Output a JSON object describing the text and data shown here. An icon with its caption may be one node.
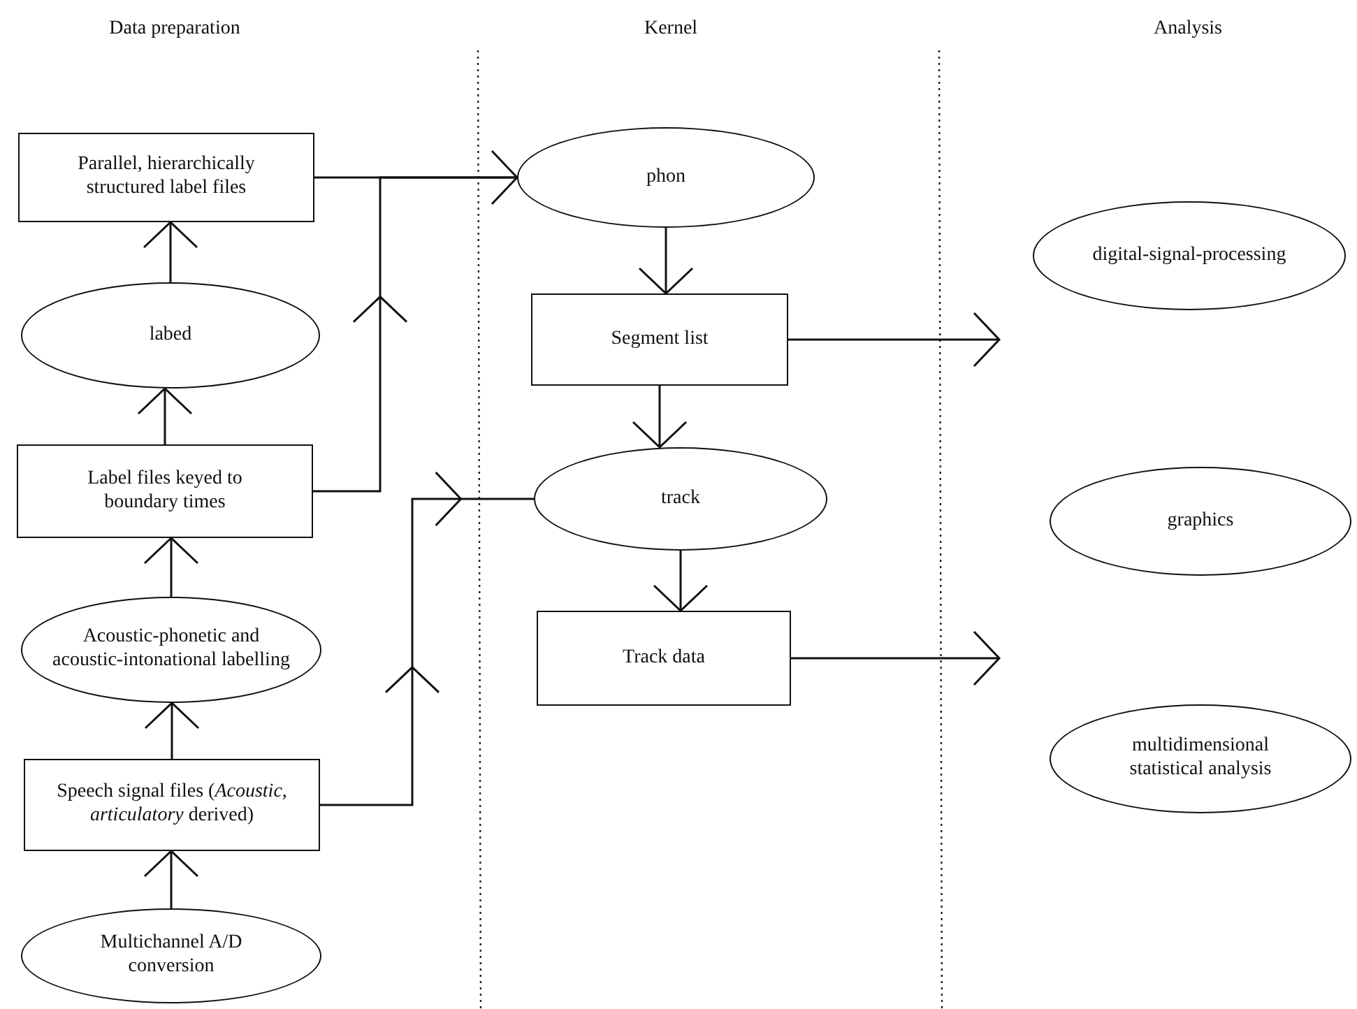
{
  "diagram": {
    "nodes": [
      {
        "text": [
          "Parallel, hierarchically structured label files"
        ]
      },
      {
        "text": [
          "labed"
        ]
      },
      {
        "text": [
          "Label files keyed to boundary times"
        ]
      },
      {
        "text": [
          "Acoustic-phonetic and acoustic-intonational labelling"
        ]
      },
      {
        "text": [
          "Speech signal files (*Acoustic, articulatory* derived)"
        ]
      },
      {
        "text": [
          "Multichannel A/D conversion"
        ]
      },
      {
        "text": [
          "phon"
        ]
      },
      {
        "text": [
          "Segment list"
        ]
      },
      {
        "text": [
          "track"
        ]
      },
      {
        "text": [
          "Track data"
        ]
      },
      {
        "text": [
          "digital-signal-processing"
        ]
      },
      {
        "text": [
          "graphics"
        ]
      },
      {
        "text": [
          "multidimensional statistical analysis"
        ]
      }
    ],
    "edges": [
      {
        "from": 1,
        "to": 0,
        "arrow": "to"
      },
      {
        "from": 2,
        "to": 1,
        "arrow": "to"
      },
      {
        "from": 3,
        "to": 2,
        "arrow": "to"
      },
      {
        "from": 4,
        "to": 3,
        "arrow": "to"
      },
      {
        "from": 5,
        "to": 4,
        "arrow": "to"
      },
      {
        "from": 0,
        "to": 6,
        "arrow": "to"
      },
      {
        "from": 2,
        "to": 6,
        "arrow": "to"
      },
      {
        "from": 4,
        "to": 8,
        "arrow": "to"
      },
      {
        "from": 6,
        "to": 7,
        "arrow": "to"
      },
      {
        "from": 7,
        "to": 8,
        "arrow": "to"
      },
      {
        "from": 8,
        "to": 9,
        "arrow": "to"
      },
      {
        "from": 7,
        "to": null,
        "arrow": "to"
      },
      {
        "from": 9,
        "to": null,
        "arrow": "to"
      }
    ],
    "labels": [
      "Data preparation",
      "Kernel",
      "Analysis"
    ]
  }
}
